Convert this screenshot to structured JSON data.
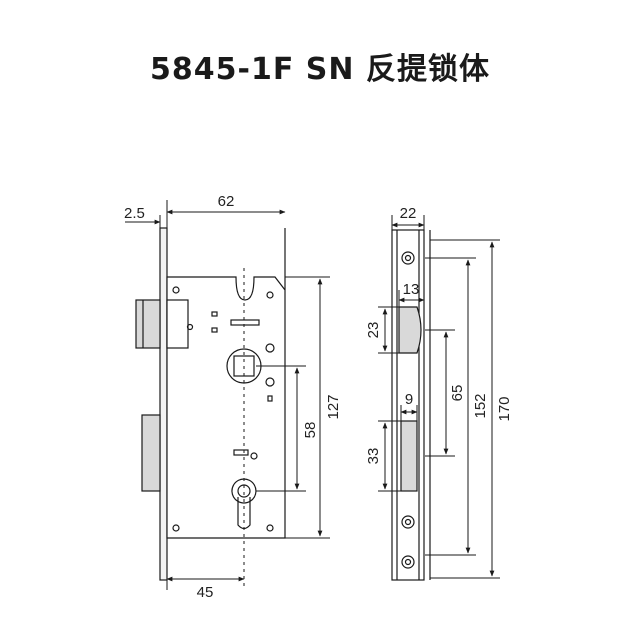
{
  "title": "5845-1F SN 反提锁体",
  "dimensions": {
    "faceplate_offset": "2.5",
    "backset_width": "62",
    "handle_to_cylinder": "58",
    "case_height": "127",
    "cylinder_backset": "45",
    "faceplate_width": "22",
    "latch_projection": "13",
    "latch_height": "23",
    "deadbolt_projection": "9",
    "deadbolt_height": "33",
    "center_distance": "65",
    "screw_distance": "152",
    "faceplate_height": "170"
  },
  "colors": {
    "line": "#1a1a1a",
    "face": "#f3f3f3",
    "bolt": "#d9d9d9"
  }
}
